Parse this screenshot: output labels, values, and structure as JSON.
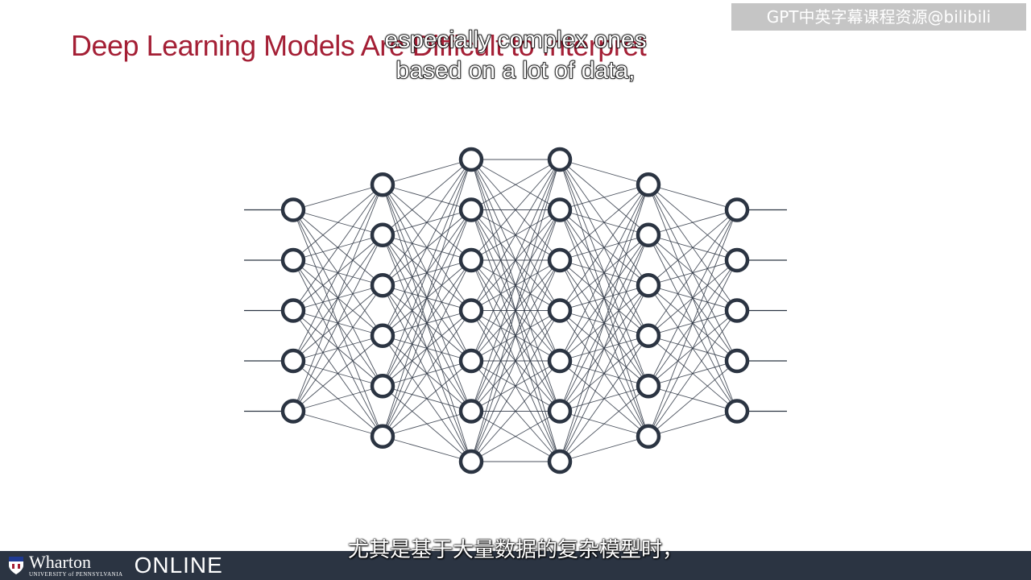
{
  "slide": {
    "title": "Deep Learning Models Are Difficult to Interpret",
    "colors": {
      "title": "#a41f35",
      "node_stroke": "#2b3442",
      "edge": "#2b3442",
      "footer_bg": "#2b3442"
    }
  },
  "watermark": {
    "text": "GPT中英字幕课程资源@bilibili"
  },
  "subtitles": {
    "en_line1": "especially complex ones",
    "en_line2": "based on a lot of data,",
    "zh": "尤其是基于大量数据的复杂模型时，"
  },
  "footer": {
    "wharton": "Wharton",
    "university": "UNIVERSITY of PENNSYLVANIA",
    "online": "ONLINE",
    "logo_icon": "penn-shield-icon"
  },
  "network": {
    "layers": [
      5,
      6,
      7,
      7,
      6,
      5
    ]
  }
}
